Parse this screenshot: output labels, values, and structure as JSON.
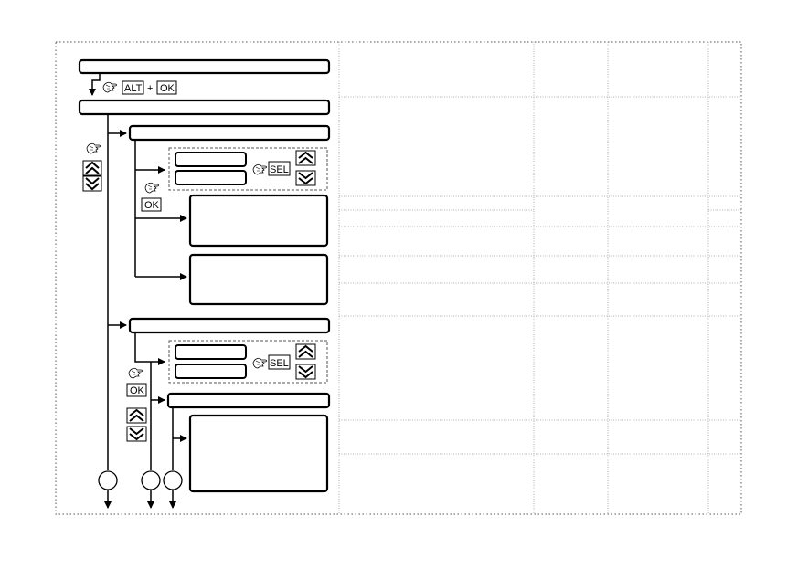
{
  "colors": {
    "stroke": "#000000",
    "grid_line": "#9a9a9a",
    "background": "#ffffff"
  },
  "keys": {
    "alt": "ALT",
    "plus": "+",
    "ok": "OK",
    "sel": "SEL"
  },
  "icons": {
    "press": "hand-press-icon",
    "up": "double-chevron-up-icon",
    "down": "double-chevron-down-icon"
  }
}
